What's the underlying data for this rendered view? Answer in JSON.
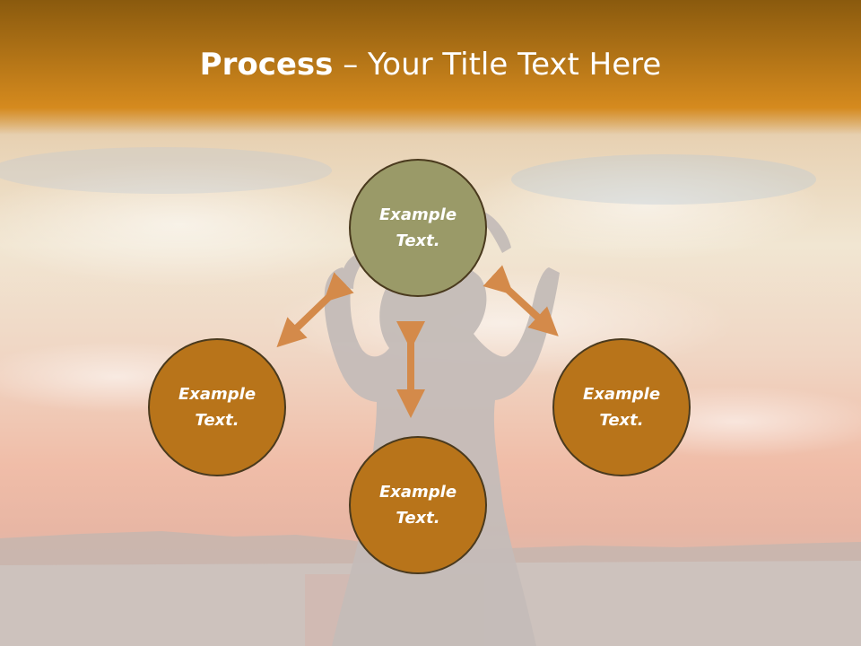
{
  "title": {
    "bold": "Process",
    "separator": " – ",
    "rest": "Your Title Text Here"
  },
  "colors": {
    "title_bar_top": "#8a5a0e",
    "title_bar_bottom": "#d58a1e",
    "node_primary": "#9a9a68",
    "node_secondary": "#b8741a",
    "arrow": "#d48a4a",
    "border": "#4a3a1e"
  },
  "nodes": [
    {
      "id": "top",
      "line1": "Example",
      "line2": "Text."
    },
    {
      "id": "left",
      "line1": "Example",
      "line2": "Text."
    },
    {
      "id": "right",
      "line1": "Example",
      "line2": "Text."
    },
    {
      "id": "bottom",
      "line1": "Example",
      "line2": "Text."
    }
  ],
  "background": {
    "description_icon": "sunset-silhouette-photo"
  }
}
